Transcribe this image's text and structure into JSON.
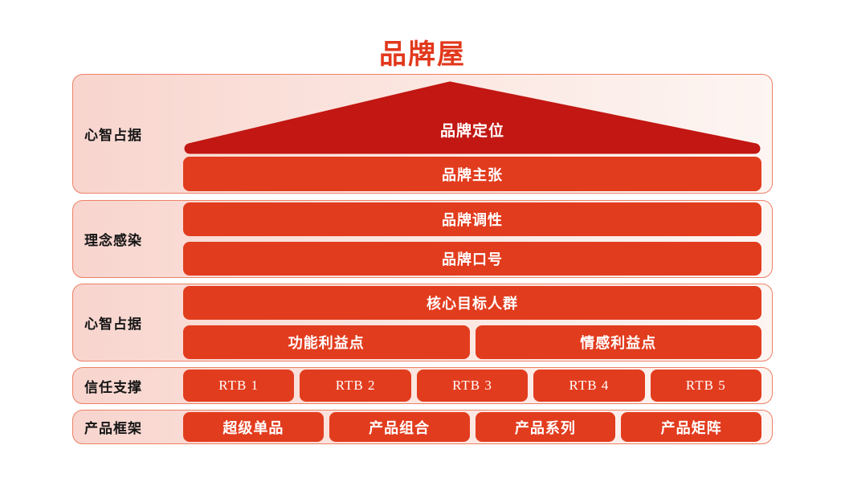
{
  "title": "品牌屋",
  "colors": {
    "title_red": "#e2381c",
    "bar_red": "#e23c1e",
    "roof_red": "#c21712",
    "panel_pink_left": "#f8d5ce",
    "panel_pink_right": "#fdf5f2",
    "panel_border": "#ec8066",
    "label_text": "#151515",
    "bar_text": "#ffffff"
  },
  "sections": [
    {
      "label": "心智占据",
      "roof": "品牌定位",
      "rows": [
        [
          "品牌主张"
        ]
      ]
    },
    {
      "label": "理念感染",
      "rows": [
        [
          "品牌调性"
        ],
        [
          "品牌口号"
        ]
      ]
    },
    {
      "label": "心智占据",
      "rows": [
        [
          "核心目标人群"
        ],
        [
          "功能利益点",
          "情感利益点"
        ]
      ]
    },
    {
      "label": "信任支撑",
      "rows": [
        [
          "RTB 1",
          "RTB 2",
          "RTB 3",
          "RTB 4",
          "RTB 5"
        ]
      ]
    },
    {
      "label": "产品框架",
      "rows": [
        [
          "超级单品",
          "产品组合",
          "产品系列",
          "产品矩阵"
        ]
      ]
    }
  ]
}
